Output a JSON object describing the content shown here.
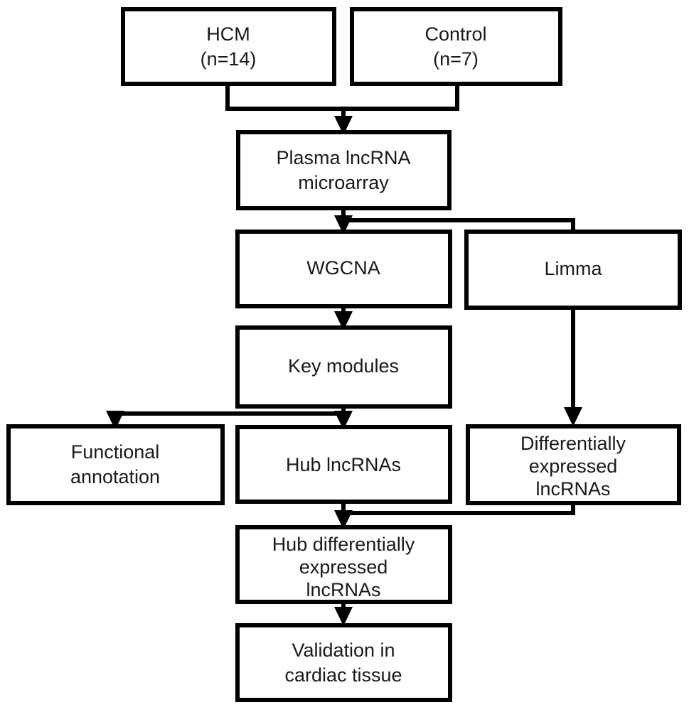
{
  "diagram": {
    "title": "Study workflow flowchart",
    "type": "flowchart",
    "background_color": "#ffffff",
    "stroke_color": "#000000",
    "text_color": "#1a1a1a",
    "nodes": [
      {
        "id": "hcm",
        "lines": [
          "HCM",
          "(n=14)"
        ]
      },
      {
        "id": "control",
        "lines": [
          "Control",
          "(n=7)"
        ]
      },
      {
        "id": "plasma",
        "lines": [
          "Plasma lncRNA",
          "microarray"
        ]
      },
      {
        "id": "wgcna",
        "lines": [
          "WGCNA"
        ]
      },
      {
        "id": "limma",
        "lines": [
          "Limma"
        ]
      },
      {
        "id": "keymodules",
        "lines": [
          "Key modules"
        ]
      },
      {
        "id": "funcanno",
        "lines": [
          "Functional",
          "annotation"
        ]
      },
      {
        "id": "hublnc",
        "lines": [
          "Hub lncRNAs"
        ]
      },
      {
        "id": "delnc",
        "lines": [
          "Differentially",
          "expressed",
          "lncRNAs"
        ]
      },
      {
        "id": "hubdelnc",
        "lines": [
          "Hub differentially",
          "expressed",
          "lncRNAs"
        ]
      },
      {
        "id": "validation",
        "lines": [
          "Validation in",
          "cardiac tissue"
        ]
      }
    ],
    "edges": [
      {
        "from": "hcm",
        "to": "plasma"
      },
      {
        "from": "control",
        "to": "plasma"
      },
      {
        "from": "plasma",
        "to": "wgcna"
      },
      {
        "from": "plasma",
        "to": "limma"
      },
      {
        "from": "wgcna",
        "to": "keymodules"
      },
      {
        "from": "keymodules",
        "to": "funcanno"
      },
      {
        "from": "keymodules",
        "to": "hublnc"
      },
      {
        "from": "limma",
        "to": "delnc"
      },
      {
        "from": "hublnc",
        "to": "hubdelnc"
      },
      {
        "from": "delnc",
        "to": "hubdelnc"
      },
      {
        "from": "hubdelnc",
        "to": "validation"
      }
    ]
  }
}
